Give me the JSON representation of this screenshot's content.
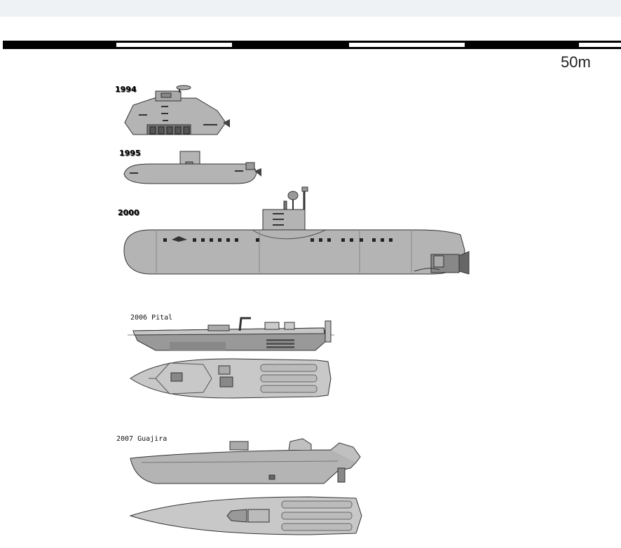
{
  "scale": {
    "label": "50m"
  },
  "vessels": [
    {
      "label": "1994"
    },
    {
      "label": "1995"
    },
    {
      "label": "2000"
    },
    {
      "label": "2006 Pital"
    },
    {
      "label": "2007 Guajira"
    }
  ],
  "colors": {
    "hull": "#b4b4b4",
    "hull_dark": "#8e8e8e",
    "line": "#333333",
    "deck": "#d0d0d0"
  }
}
